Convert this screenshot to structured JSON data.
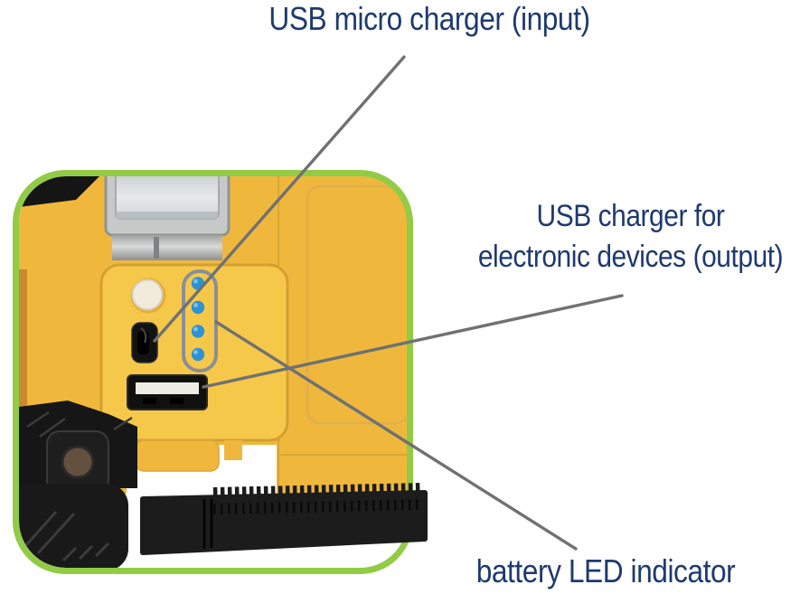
{
  "callouts": {
    "micro_usb": {
      "label": "USB micro charger (input)"
    },
    "usb_out": {
      "line1": "USB charger for",
      "line2": "electronic devices (output)"
    },
    "battery_led": {
      "label": "battery LED indicator"
    }
  },
  "colors": {
    "label_text": "#1e3a6e",
    "callout_line": "#6f7173",
    "frame_green": "#92cb45",
    "device_yellow": "#efb83d",
    "panel_yellow": "#f6c84a",
    "led_blue": "#2e93d2",
    "rubber_black": "#1c1c1c"
  }
}
